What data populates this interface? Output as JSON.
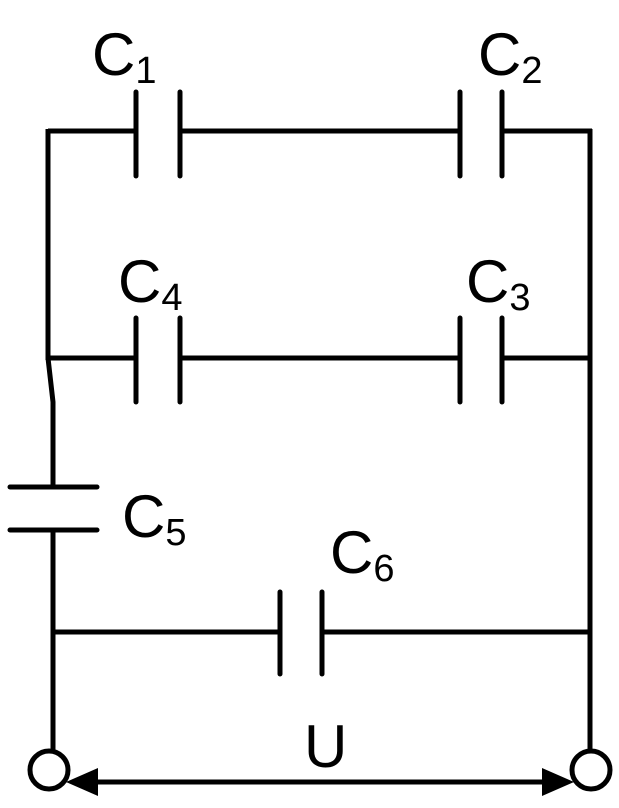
{
  "diagram": {
    "capacitors": [
      {
        "id": "c1",
        "letter": "C",
        "index": "1"
      },
      {
        "id": "c2",
        "letter": "C",
        "index": "2"
      },
      {
        "id": "c3",
        "letter": "C",
        "index": "3"
      },
      {
        "id": "c4",
        "letter": "C",
        "index": "4"
      },
      {
        "id": "c5",
        "letter": "C",
        "index": "5"
      },
      {
        "id": "c6",
        "letter": "C",
        "index": "6"
      }
    ],
    "voltage_label": "U",
    "colors": {
      "line": "#000000",
      "background": "#ffffff"
    }
  }
}
